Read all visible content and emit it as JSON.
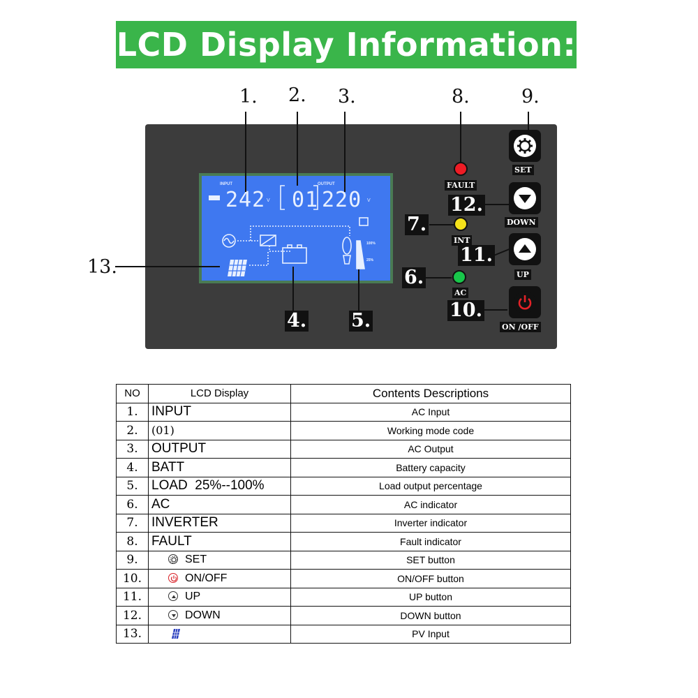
{
  "header": {
    "title": "LCD Display Information:"
  },
  "callouts": {
    "c1": "1.",
    "c2": "2.",
    "c3": "3.",
    "c4": "4.",
    "c5": "5.",
    "c6": "6.",
    "c7": "7.",
    "c8": "8.",
    "c9": "9.",
    "c10": "10.",
    "c11": "11.",
    "c12": "12.",
    "c13": "13."
  },
  "lcd": {
    "input_label": "INPUT",
    "input_value": "242",
    "input_unit": "V",
    "mode_code": "01",
    "output_label": "OUTPUT",
    "output_value": "220",
    "output_unit": "V",
    "load_100": "100%",
    "load_25": "25%"
  },
  "controls": {
    "fault": "FAULT",
    "int": "INT",
    "ac": "AC",
    "set": "SET",
    "down": "DOWN",
    "up": "UP",
    "onoff": "ON /OFF"
  },
  "colors": {
    "banner": "#3ab54a",
    "lcd": "#3f78f0",
    "fault_led": "#ee1c25",
    "int_led": "#f5e21a",
    "ac_led": "#18c64a",
    "power": "#d81e24"
  },
  "table": {
    "headers": {
      "no": "NO",
      "lcd": "LCD Display",
      "desc": "Contents Descriptions"
    },
    "rows": [
      {
        "no": "1.",
        "lcd": "INPUT",
        "desc": "AC Input"
      },
      {
        "no": "2.",
        "lcd": "(01)",
        "desc": "Working mode code"
      },
      {
        "no": "3.",
        "lcd": "OUTPUT",
        "desc": "AC Output"
      },
      {
        "no": "4.",
        "lcd": "BATT",
        "desc": "Battery capacity"
      },
      {
        "no": "5.",
        "lcd": "LOAD  25%--100%",
        "desc": "Load output percentage"
      },
      {
        "no": "6.",
        "lcd": "AC",
        "desc": "AC indicator"
      },
      {
        "no": "7.",
        "lcd": "INVERTER",
        "desc": "Inverter indicator"
      },
      {
        "no": "8.",
        "lcd": "FAULT",
        "desc": "Fault indicator"
      },
      {
        "no": "9.",
        "lcd": "SET",
        "desc": "SET button",
        "icon": "gear-icon"
      },
      {
        "no": "10.",
        "lcd": "ON/OFF",
        "desc": "ON/OFF button",
        "icon": "power-icon"
      },
      {
        "no": "11.",
        "lcd": "UP",
        "desc": "UP button",
        "icon": "up-arrow-icon"
      },
      {
        "no": "12.",
        "lcd": "DOWN",
        "desc": "DOWN button",
        "icon": "down-arrow-icon"
      },
      {
        "no": "13.",
        "lcd": "",
        "desc": "PV Input",
        "icon": "solar-panel-icon"
      }
    ]
  }
}
